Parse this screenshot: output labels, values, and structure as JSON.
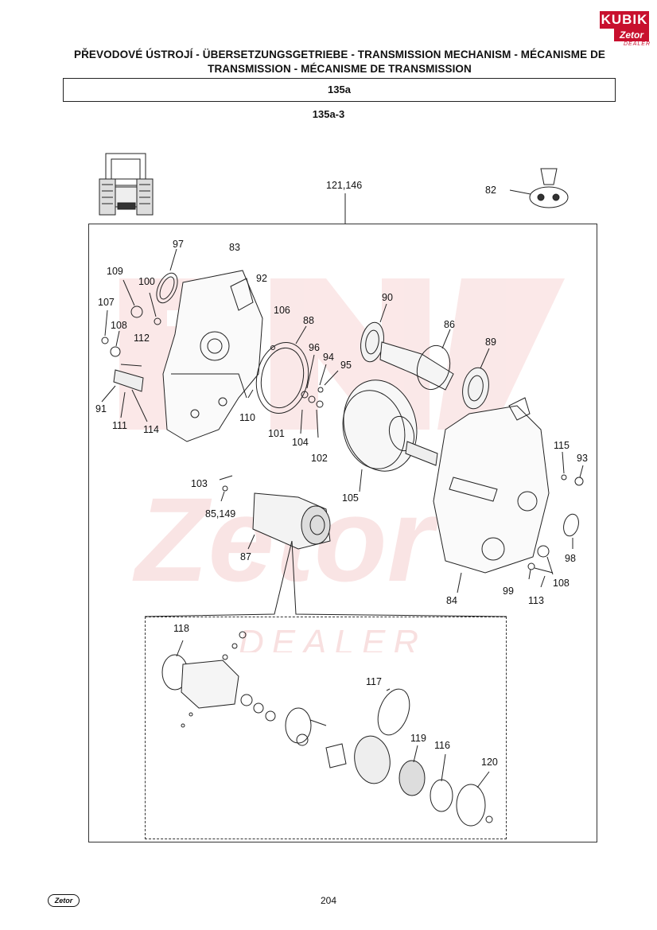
{
  "header": {
    "logo_top": "KUBIK",
    "logo_mid": "Zetor",
    "logo_bottom": "DEALER",
    "title_line1": "PŘEVODOVÉ ÚSTROJÍ - ÜBERSETZUNGSGETRIEBE - TRANSMISSION MECHANISM - MÉCANISME DE",
    "title_line2": "TRANSMISSION - MÉCANISME DE TRANSMISSION",
    "group_code": "135a",
    "sub_code": "135a-3"
  },
  "diagram": {
    "frame_label": "121,146",
    "part_labels": [
      {
        "id": "82",
        "text": "82"
      },
      {
        "id": "97",
        "text": "97"
      },
      {
        "id": "83",
        "text": "83"
      },
      {
        "id": "109",
        "text": "109"
      },
      {
        "id": "92",
        "text": "92"
      },
      {
        "id": "100",
        "text": "100"
      },
      {
        "id": "107",
        "text": "107"
      },
      {
        "id": "106",
        "text": "106"
      },
      {
        "id": "90",
        "text": "90"
      },
      {
        "id": "88",
        "text": "88"
      },
      {
        "id": "86",
        "text": "86"
      },
      {
        "id": "108a",
        "text": "108"
      },
      {
        "id": "112",
        "text": "112"
      },
      {
        "id": "96",
        "text": "96"
      },
      {
        "id": "94",
        "text": "94"
      },
      {
        "id": "89",
        "text": "89"
      },
      {
        "id": "95",
        "text": "95"
      },
      {
        "id": "91",
        "text": "91"
      },
      {
        "id": "111",
        "text": "111"
      },
      {
        "id": "114",
        "text": "114"
      },
      {
        "id": "110",
        "text": "110"
      },
      {
        "id": "101",
        "text": "101"
      },
      {
        "id": "104",
        "text": "104"
      },
      {
        "id": "102",
        "text": "102"
      },
      {
        "id": "115",
        "text": "115"
      },
      {
        "id": "93",
        "text": "93"
      },
      {
        "id": "103",
        "text": "103"
      },
      {
        "id": "105",
        "text": "105"
      },
      {
        "id": "85",
        "text": "85,149"
      },
      {
        "id": "87",
        "text": "87"
      },
      {
        "id": "98",
        "text": "98"
      },
      {
        "id": "99",
        "text": "99"
      },
      {
        "id": "108b",
        "text": "108"
      },
      {
        "id": "113",
        "text": "113"
      },
      {
        "id": "84",
        "text": "84"
      },
      {
        "id": "118",
        "text": "118"
      },
      {
        "id": "117",
        "text": "117"
      },
      {
        "id": "119",
        "text": "119"
      },
      {
        "id": "116",
        "text": "116"
      },
      {
        "id": "120",
        "text": "120"
      }
    ]
  },
  "watermark": {
    "brand": "Zetor",
    "sub": "DEALER",
    "color": "#f3c6c6"
  },
  "footer": {
    "logo": "Zetor",
    "page_number": "204"
  }
}
